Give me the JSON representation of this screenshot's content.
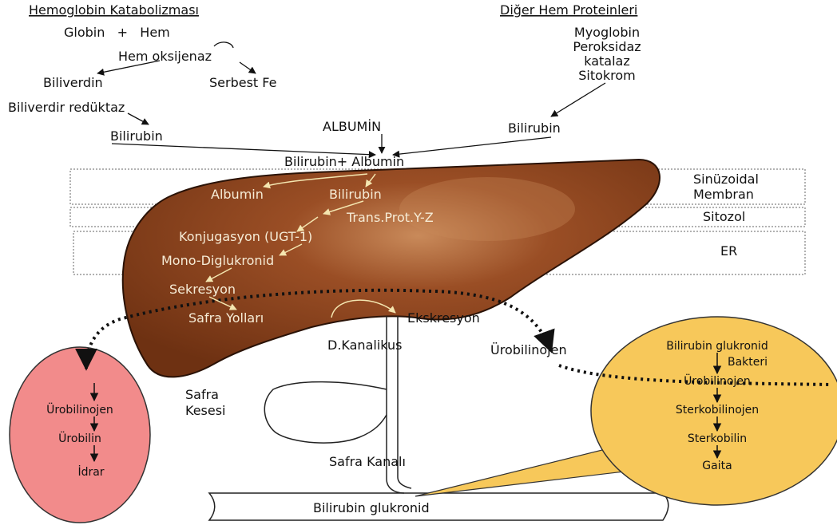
{
  "colors": {
    "liver": "#7a3a17",
    "liver_light": "#c07a4a",
    "urine_oval": "#f28b8b",
    "gut_oval": "#f7c85a",
    "arrow_light": "#f4e6b0"
  },
  "top_left": {
    "heading": "Hemoglobin Katabolizması",
    "globin_hem": "Globin   +   Hem",
    "hem_oksijenaz": "Hem oksijenaz",
    "biliverdin": "Biliverdin",
    "serbest_fe": "Serbest Fe",
    "biliverdin_reduktaz": "Biliverdir redüktaz",
    "bilirubin": "Bilirubin"
  },
  "top_right": {
    "heading": "Diğer Hem Proteinleri",
    "items": [
      "Myoglobin",
      "Peroksidaz",
      "katalaz",
      "Sitokrom"
    ],
    "bilirubin": "Bilirubin"
  },
  "center": {
    "albumin": "ALBUMİN",
    "bilirubin_albumin": "Bilirubin+ Albumin"
  },
  "liver": {
    "albumin": "Albumin",
    "bilirubin": "Bilirubin",
    "trans_prot": "Trans.Prot.Y-Z",
    "konjugasyon": "Konjugasyon (UGT-1)",
    "mono_diglukronid": "Mono-Diglukronid",
    "sekresyon": "Sekresyon",
    "safra_yollari": "Safra Yolları",
    "ekskresyon": "Ekskresyon"
  },
  "zones": {
    "sinuzoidal_line1": "Sinüzoidal",
    "sinuzoidal_line2": "Membran",
    "sitozol": "Sitozol",
    "er": "ER"
  },
  "ducts": {
    "d_kanalikus": "D.Kanalikus",
    "safra_kesesi_line1": "Safra",
    "safra_kesesi_line2": "Kesesi",
    "safra_kanali": "Safra Kanalı",
    "bilirubin_glukronid": "Bilirubin glukronid"
  },
  "urine": {
    "items": [
      "Ürobilinojen",
      "Ürobilin",
      "İdrar"
    ]
  },
  "gut": {
    "urobilinojen_side": "Ürobilinojen",
    "bilirubin_glukronid": "Bilirubin glukronid",
    "bakteri": "Bakteri",
    "urobilinojen": "Ürobilinojen",
    "sterkobilinojen": "Sterkobilinojen",
    "sterkobilin": "Sterkobilin",
    "gaita": "Gaita"
  }
}
